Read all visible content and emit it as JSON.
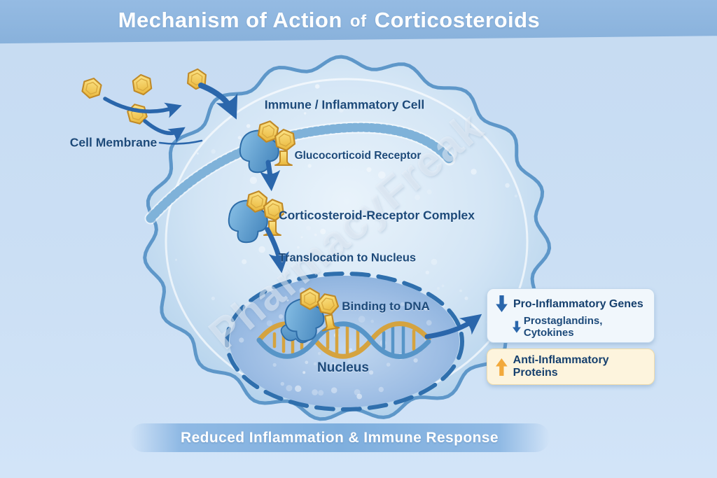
{
  "header": {
    "title_part1": "Mechanism of Action",
    "title_connector": "of",
    "title_part2": "Corticosteroids",
    "full_title": "Mechanism of Action of Corticosteroids"
  },
  "watermark": "PharmacyFreak",
  "cell": {
    "immune_cell_label": "Immune / Inflammatory Cell",
    "cell_membrane_label": "Cell Membrane",
    "receptor_label": "Glucocorticoid Receptor",
    "complex_label": "Corticosteroid-Receptor Complex",
    "translocation_label": "Translocation to Nucleus",
    "binding_label": "Binding to DNA",
    "nucleus_label": "Nucleus"
  },
  "outcomes": {
    "pro_inflammatory": {
      "direction": "decrease",
      "title": "Pro-Inflammatory Genes",
      "detail": "Prostaglandins, Cytokines"
    },
    "anti_inflammatory": {
      "direction": "increase",
      "title": "Anti-Inflammatory Proteins"
    }
  },
  "banner": {
    "text": "Reduced Inflammation & Immune Response"
  },
  "colors": {
    "header_band": "#8fb6df",
    "background": "#cbdff4",
    "label_text": "#1d4a7a",
    "decrease_arrow": "#2a66ab",
    "increase_arrow": "#f2a93b",
    "pro_box_bg": "#f1f7fc",
    "anti_box_bg": "#fdf4dd",
    "banner_fill": "#7fafde",
    "molecule_gold": "#f0c24a",
    "receptor_blue": "#4a8ec2",
    "nucleus_border": "#2f6fad"
  }
}
